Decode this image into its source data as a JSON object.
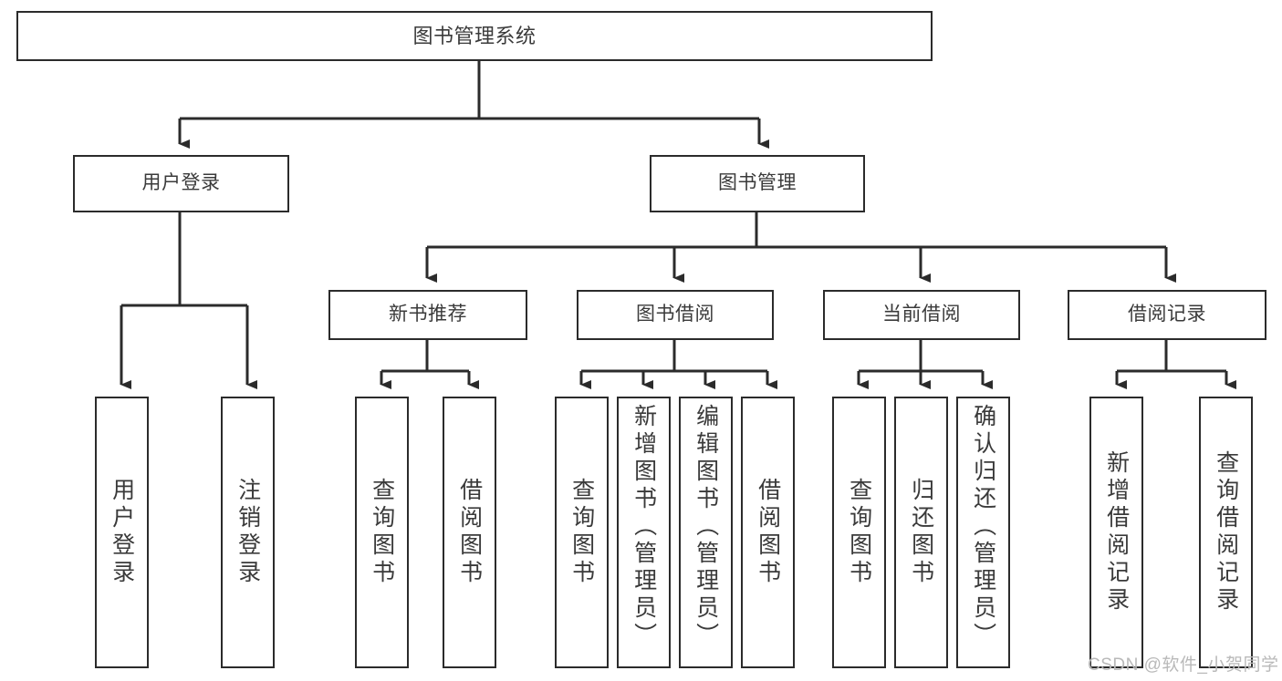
{
  "diagram": {
    "title": "图书管理系统",
    "type": "tree-hierarchy-chart",
    "root": {
      "label": "图书管理系统"
    },
    "level2": [
      {
        "label": "用户登录"
      },
      {
        "label": "图书管理"
      }
    ],
    "level3": [
      {
        "label": "新书推荐"
      },
      {
        "label": "图书借阅"
      },
      {
        "label": "当前借阅"
      },
      {
        "label": "借阅记录"
      }
    ],
    "leaves": {
      "user_login": [
        {
          "label": "用户登录"
        },
        {
          "label": "注销登录"
        }
      ],
      "new_book_recommend": [
        {
          "label": "查询图书"
        },
        {
          "label": "借阅图书"
        }
      ],
      "book_borrow": [
        {
          "label": "查询图书"
        },
        {
          "label": "新增图书（管理员）"
        },
        {
          "label": "编辑图书（管理员）"
        },
        {
          "label": "借阅图书"
        }
      ],
      "current_borrow": [
        {
          "label": "查询图书"
        },
        {
          "label": "归还图书"
        },
        {
          "label": "确认归还（管理员）"
        }
      ],
      "borrow_record": [
        {
          "label": "新增借阅记录"
        },
        {
          "label": "查询借阅记录"
        }
      ]
    }
  },
  "watermark": {
    "text": "CSDN @软件_小贺同学"
  },
  "colors": {
    "border": "#2b2b2b",
    "text": "#3a3a3a",
    "background": "#ffffff",
    "watermark": "#b9b9b9"
  }
}
